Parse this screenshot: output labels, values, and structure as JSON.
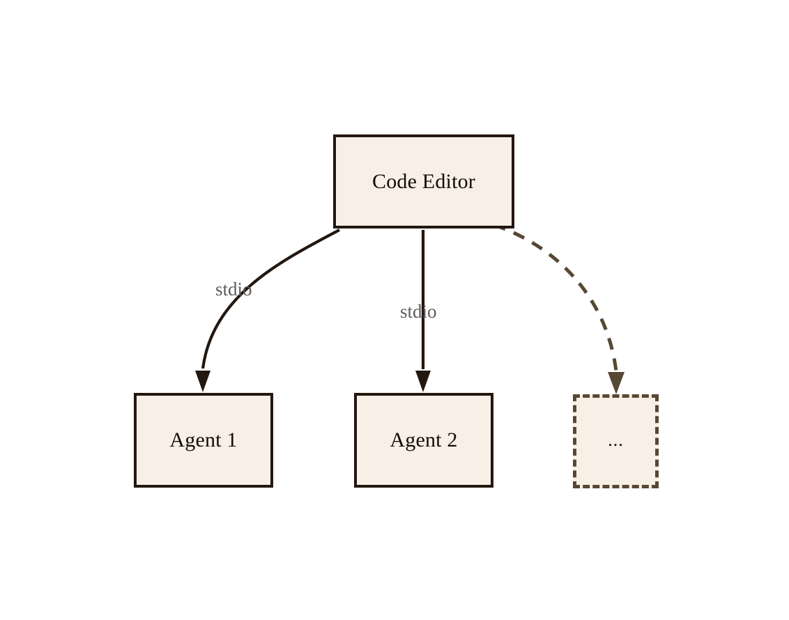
{
  "diagram": {
    "type": "flowchart",
    "background_color": "#ffffff",
    "nodes": [
      {
        "id": "code-editor",
        "label": "Code Editor",
        "shape": "rectangle",
        "border_style": "solid",
        "fill_color": "#f8f0e7",
        "border_color": "#231710",
        "text_color": "#120c08"
      },
      {
        "id": "agent-1",
        "label": "Agent 1",
        "shape": "rectangle",
        "border_style": "solid",
        "fill_color": "#f8f0e7",
        "border_color": "#231710",
        "text_color": "#120c08"
      },
      {
        "id": "agent-2",
        "label": "Agent 2",
        "shape": "rectangle",
        "border_style": "solid",
        "fill_color": "#f8f0e7",
        "border_color": "#231710",
        "text_color": "#120c08"
      },
      {
        "id": "ellipsis",
        "label": "...",
        "shape": "rectangle",
        "border_style": "dashed",
        "fill_color": "#f8f0e7",
        "border_color": "#564833",
        "text_color": "#120c08"
      }
    ],
    "edges": [
      {
        "id": "edge-code-editor-agent-1",
        "from": "code-editor",
        "to": "agent-1",
        "label": "stdio",
        "style": "solid",
        "curved": true,
        "arrowhead": "filled-triangle",
        "color": "#231710",
        "label_color": "#5b5b5b"
      },
      {
        "id": "edge-code-editor-agent-2",
        "from": "code-editor",
        "to": "agent-2",
        "label": "stdio",
        "style": "solid",
        "curved": false,
        "arrowhead": "filled-triangle",
        "color": "#231710",
        "label_color": "#5b5b5b"
      },
      {
        "id": "edge-code-editor-ellipsis",
        "from": "code-editor",
        "to": "ellipsis",
        "label": "",
        "style": "dashed",
        "curved": true,
        "arrowhead": "filled-triangle",
        "color": "#564833",
        "label_color": "#5b5b5b"
      }
    ]
  }
}
